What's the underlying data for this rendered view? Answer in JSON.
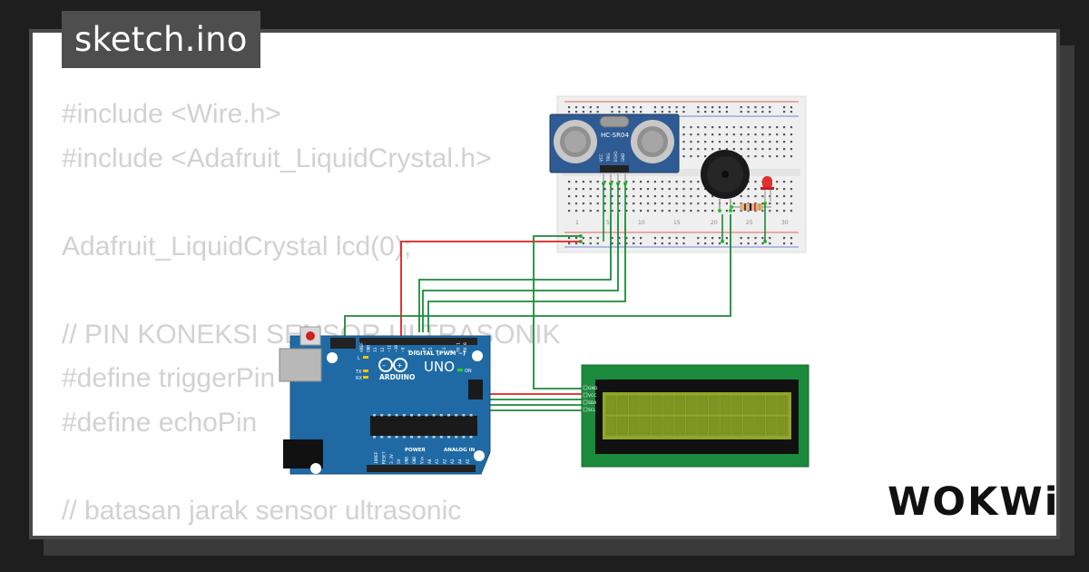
{
  "file_tab": {
    "label": "sketch.ino"
  },
  "code_lines": [
    "#include <Wire.h>",
    "#include <Adafruit_LiquidCrystal.h>",
    "",
    "Adafruit_LiquidCrystal lcd(0);",
    "",
    "// PIN KONEKSI SENSOR ULTRASONIK",
    "#define triggerPin",
    "#define echoPin",
    "",
    "// batasan jarak sensor ultrasonic"
  ],
  "diagram": {
    "arduino": {
      "model": "UNO",
      "brand": "ARDUINO",
      "header_label": "DIGITAL (PWM ~)",
      "power_label": "POWER",
      "analog_label": "ANALOG IN",
      "on_label": "ON",
      "top_pins": [
        "AREF",
        "GND",
        "13",
        "12",
        "~11",
        "~10",
        "~9",
        "8",
        "7",
        "~6",
        "~5",
        "4",
        "~3",
        "2",
        "TX 1",
        "RX 0"
      ],
      "bottom_pins": [
        "IOREF",
        "RESET",
        "3.3V",
        "5V",
        "GND",
        "GND",
        "Vin",
        "A0",
        "A1",
        "A2",
        "A3",
        "A4",
        "A5"
      ],
      "leds": [
        "L",
        "TX",
        "RX"
      ]
    },
    "sensor": {
      "label": "HC-SR04",
      "pins": [
        "VCC",
        "TRIG",
        "ECHO",
        "GND"
      ]
    },
    "lcd": {
      "pins": [
        "GND",
        "VCC",
        "SDA",
        "SCL"
      ]
    },
    "breadboard": {
      "numbers": [
        "1",
        "5",
        "10",
        "15",
        "20",
        "25",
        "30"
      ]
    },
    "colors": {
      "board_blue": "#1f6aa5",
      "wire_red": "#e02020",
      "wire_green": "#1a8a3a",
      "lcd_green": "#1c8a3c",
      "lcd_screen": "#8fa52b"
    }
  },
  "brand": {
    "name": "WOKWi"
  }
}
